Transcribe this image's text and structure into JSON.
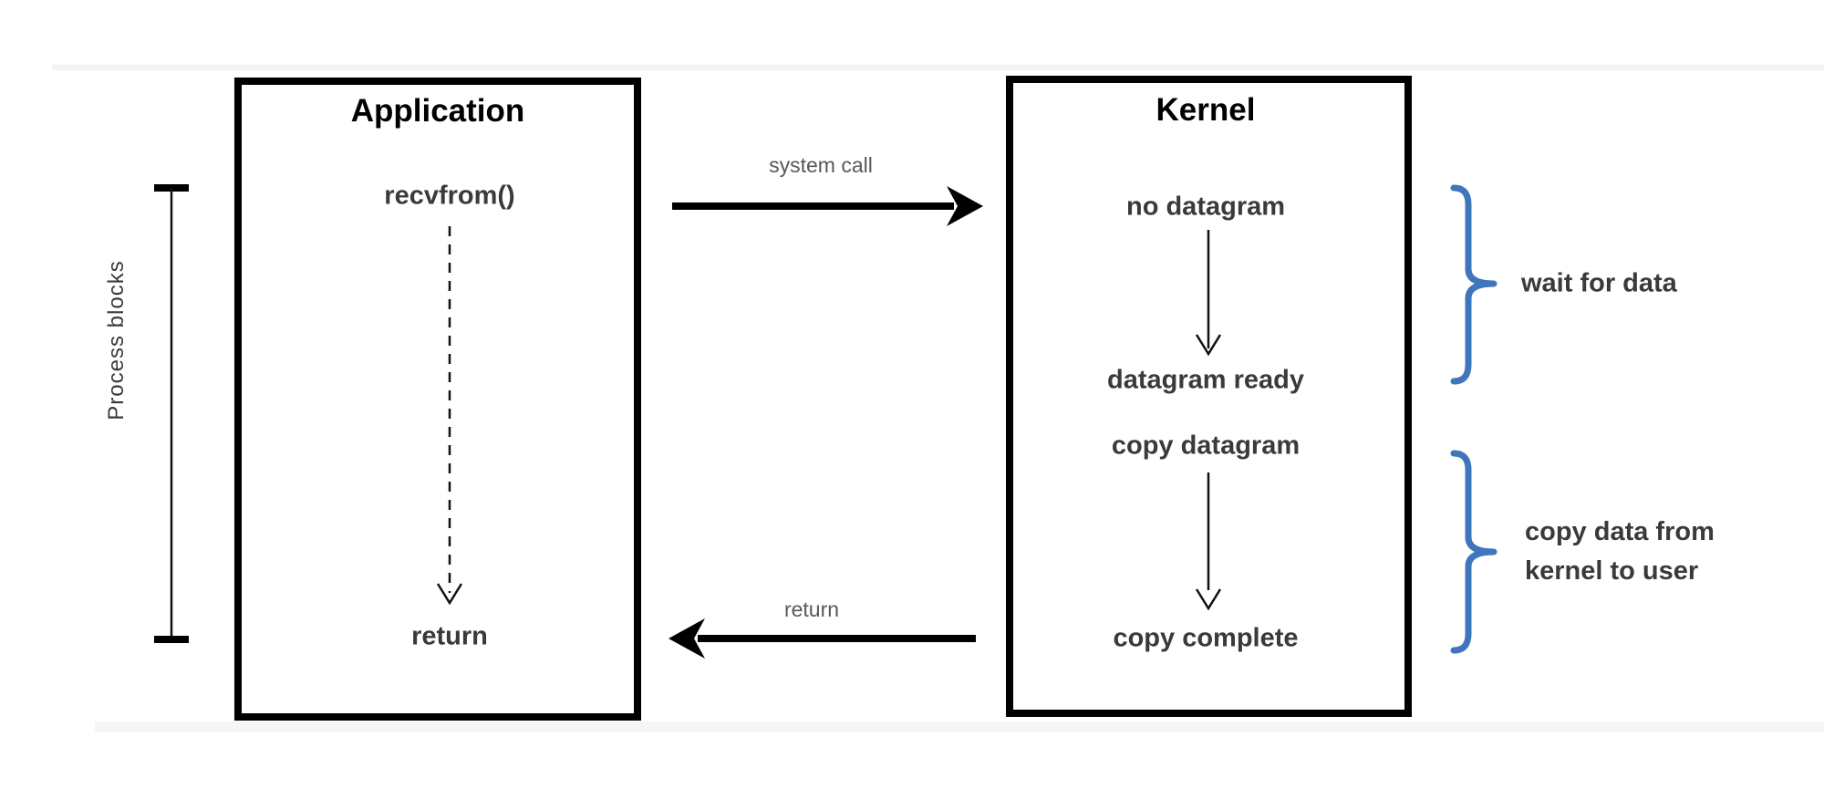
{
  "application_box": {
    "title": "Application",
    "call_label": "recvfrom()",
    "return_label": "return"
  },
  "kernel_box": {
    "title": "Kernel",
    "steps": [
      "no datagram",
      "datagram ready",
      "copy datagram",
      "copy complete"
    ]
  },
  "transition_arrows": {
    "system_call_label": "system call",
    "return_label": "return"
  },
  "left_annotation": {
    "label": "Process blocks"
  },
  "right_annotations": [
    {
      "label_lines": [
        "wait for data"
      ]
    },
    {
      "label_lines": [
        "copy data from",
        "kernel to user"
      ]
    }
  ],
  "colors": {
    "brace_blue": "#3f76bb",
    "text_dark": "#3a3a3a",
    "text_gray": "#595959",
    "box_border": "#000000"
  }
}
